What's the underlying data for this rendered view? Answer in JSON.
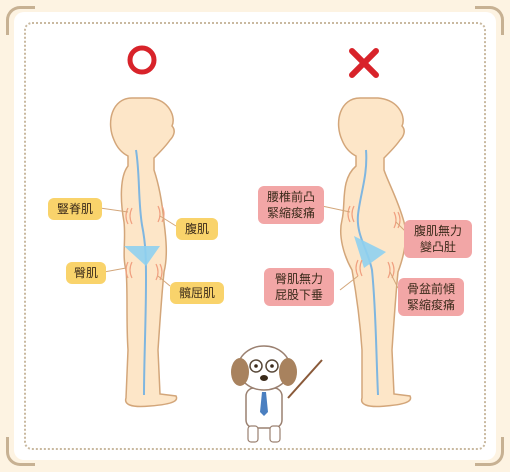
{
  "marks": {
    "good": "O",
    "bad": "X"
  },
  "colors": {
    "good_mark": "#d8232a",
    "bad_mark": "#d8232a",
    "skin": "#fde6c8",
    "outline": "#d3a67a",
    "spine": "#7fb6e0",
    "pelvis": "#8fd0f0",
    "label_yellow": "#f9d36b",
    "label_pink": "#f2a6a6"
  },
  "good_labels": {
    "back_muscle": "豎脊肌",
    "abdominal_muscle": "腹肌",
    "gluteal_muscle": "臀肌",
    "hip_flexor": "髖屈肌"
  },
  "bad_labels": {
    "lumbar": [
      "腰椎前凸",
      "緊縮痠痛"
    ],
    "belly": [
      "腹肌無力",
      "變凸肚"
    ],
    "gluteal": [
      "臀肌無力",
      "屁股下垂"
    ],
    "pelvis": [
      "骨盆前傾",
      "緊縮痠痛"
    ]
  }
}
